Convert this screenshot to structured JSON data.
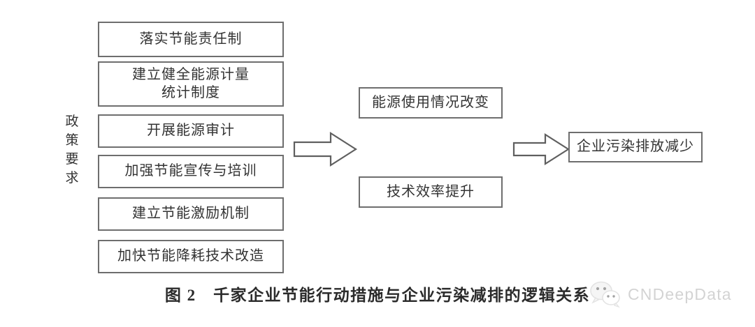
{
  "figure": {
    "caption": "图 2　千家企业节能行动措施与企业污染减排的逻辑关系",
    "side_label": {
      "full": "政策要求",
      "chars": [
        "政",
        "策",
        "要",
        "求"
      ]
    }
  },
  "chart_data": {
    "type": "diagram",
    "title": "图 2　千家企业节能行动措施与企业污染减排的逻辑关系",
    "groups": [
      {
        "name": "policy-requirements",
        "label": "政策要求",
        "nodes": [
          {
            "id": "p1",
            "label": "落实节能责任制"
          },
          {
            "id": "p2",
            "label": "建立健全能源计量\n统计制度"
          },
          {
            "id": "p3",
            "label": "开展能源审计"
          },
          {
            "id": "p4",
            "label": "加强节能宣传与培训"
          },
          {
            "id": "p5",
            "label": "建立节能激励机制"
          },
          {
            "id": "p6",
            "label": "加快节能降耗技术改造"
          }
        ]
      },
      {
        "name": "intermediate-effects",
        "label": "",
        "nodes": [
          {
            "id": "m1",
            "label": "能源使用情况改变"
          },
          {
            "id": "m2",
            "label": "技术效率提升"
          }
        ]
      },
      {
        "name": "outcome",
        "label": "",
        "nodes": [
          {
            "id": "o1",
            "label": "企业污染排放减少"
          }
        ]
      }
    ],
    "connectors": [
      {
        "id": "a1",
        "from": "policy-requirements",
        "to": "intermediate-effects",
        "style": "block-arrow",
        "direction": "right"
      },
      {
        "id": "a2",
        "from": "intermediate-effects",
        "to": "outcome",
        "style": "block-arrow",
        "direction": "right"
      }
    ],
    "colors": {
      "box_border": "#6e6e6e",
      "box_fill": "#ffffff",
      "text": "#333333",
      "caption_text": "#2b2b2b",
      "watermark_text": "#b9b9b9",
      "background": "#ffffff"
    }
  },
  "policy_boxes": [
    {
      "label": "落实节能责任制"
    },
    {
      "label_line1": "建立健全能源计量",
      "label_line2": "统计制度"
    },
    {
      "label": "开展能源审计"
    },
    {
      "label": "加强节能宣传与培训"
    },
    {
      "label": "建立节能激励机制"
    },
    {
      "label": "加快节能降耗技术改造"
    }
  ],
  "middle_boxes": [
    {
      "label": "能源使用情况改变"
    },
    {
      "label": "技术效率提升"
    }
  ],
  "outcome_box": {
    "label": "企业污染排放减少"
  },
  "watermark": {
    "text": "CNDeepData",
    "icon": "wechat-icon"
  }
}
